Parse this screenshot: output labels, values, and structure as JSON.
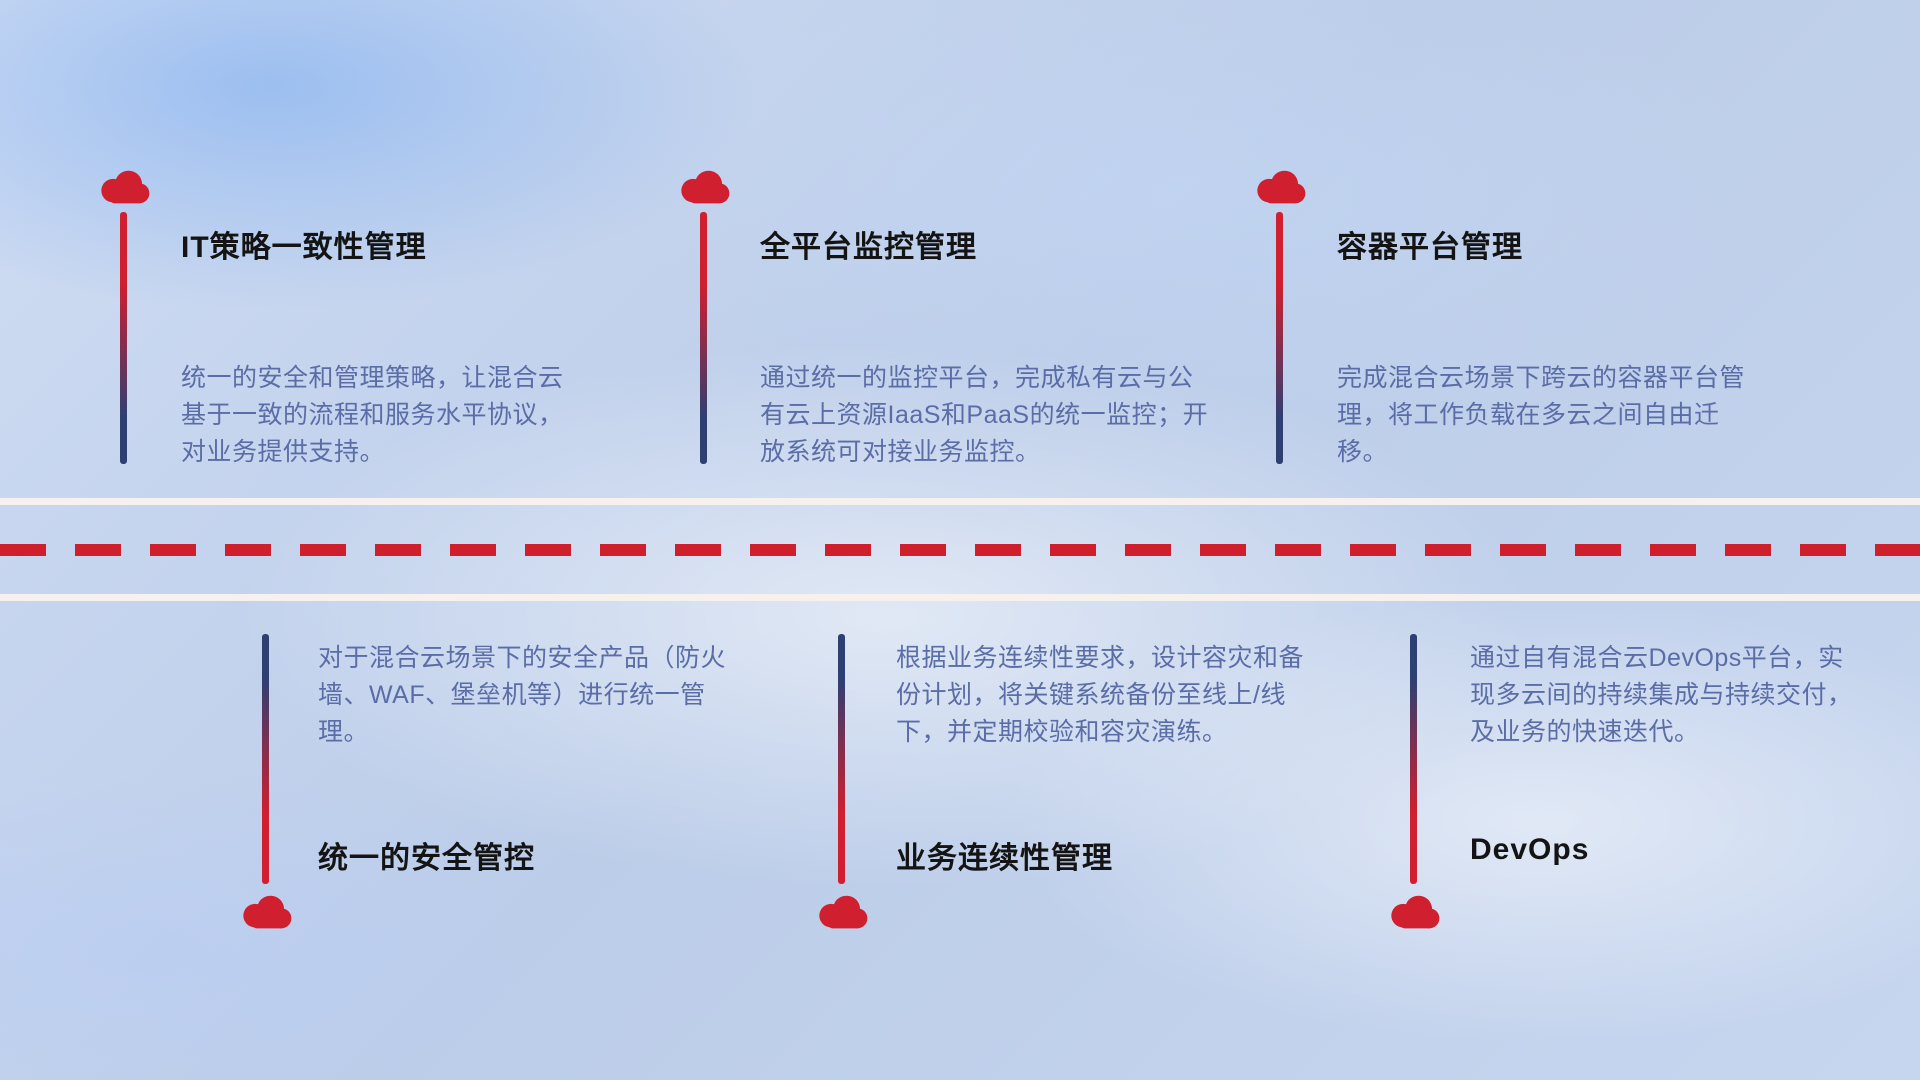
{
  "colors": {
    "cloud_red": "#d01f2e",
    "line_navy": "#2e3f72",
    "title_color": "#141414",
    "desc_color": "#5a6da6",
    "road_white": "#f6f1ec",
    "dash_red": "#cf1f2d",
    "background_base": "#c3d2ec"
  },
  "top_items": [
    {
      "title": "IT策略一致性管理",
      "desc": "统一的安全和管理策略，让混合云基于一致的流程和服务水平协议，对业务提供支持。"
    },
    {
      "title": "全平台监控管理",
      "desc": "通过统一的监控平台，完成私有云与公有云上资源IaaS和PaaS的统一监控；开放系统可对接业务监控。"
    },
    {
      "title": "容器平台管理",
      "desc": "完成混合云场景下跨云的容器平台管理，将工作负载在多云之间自由迁移。"
    }
  ],
  "bottom_items": [
    {
      "title": "统一的安全管控",
      "desc": "对于混合云场景下的安全产品（防火墙、WAF、堡垒机等）进行统一管理。"
    },
    {
      "title": "业务连续性管理",
      "desc": "根据业务连续性要求，设计容灾和备份计划，将关键系统备份至线上/线下，并定期校验和容灾演练。"
    },
    {
      "title": "DevOps",
      "desc": "通过自有混合云DevOps平台，实现多云间的持续集成与持续交付，及业务的快速迭代。"
    }
  ]
}
